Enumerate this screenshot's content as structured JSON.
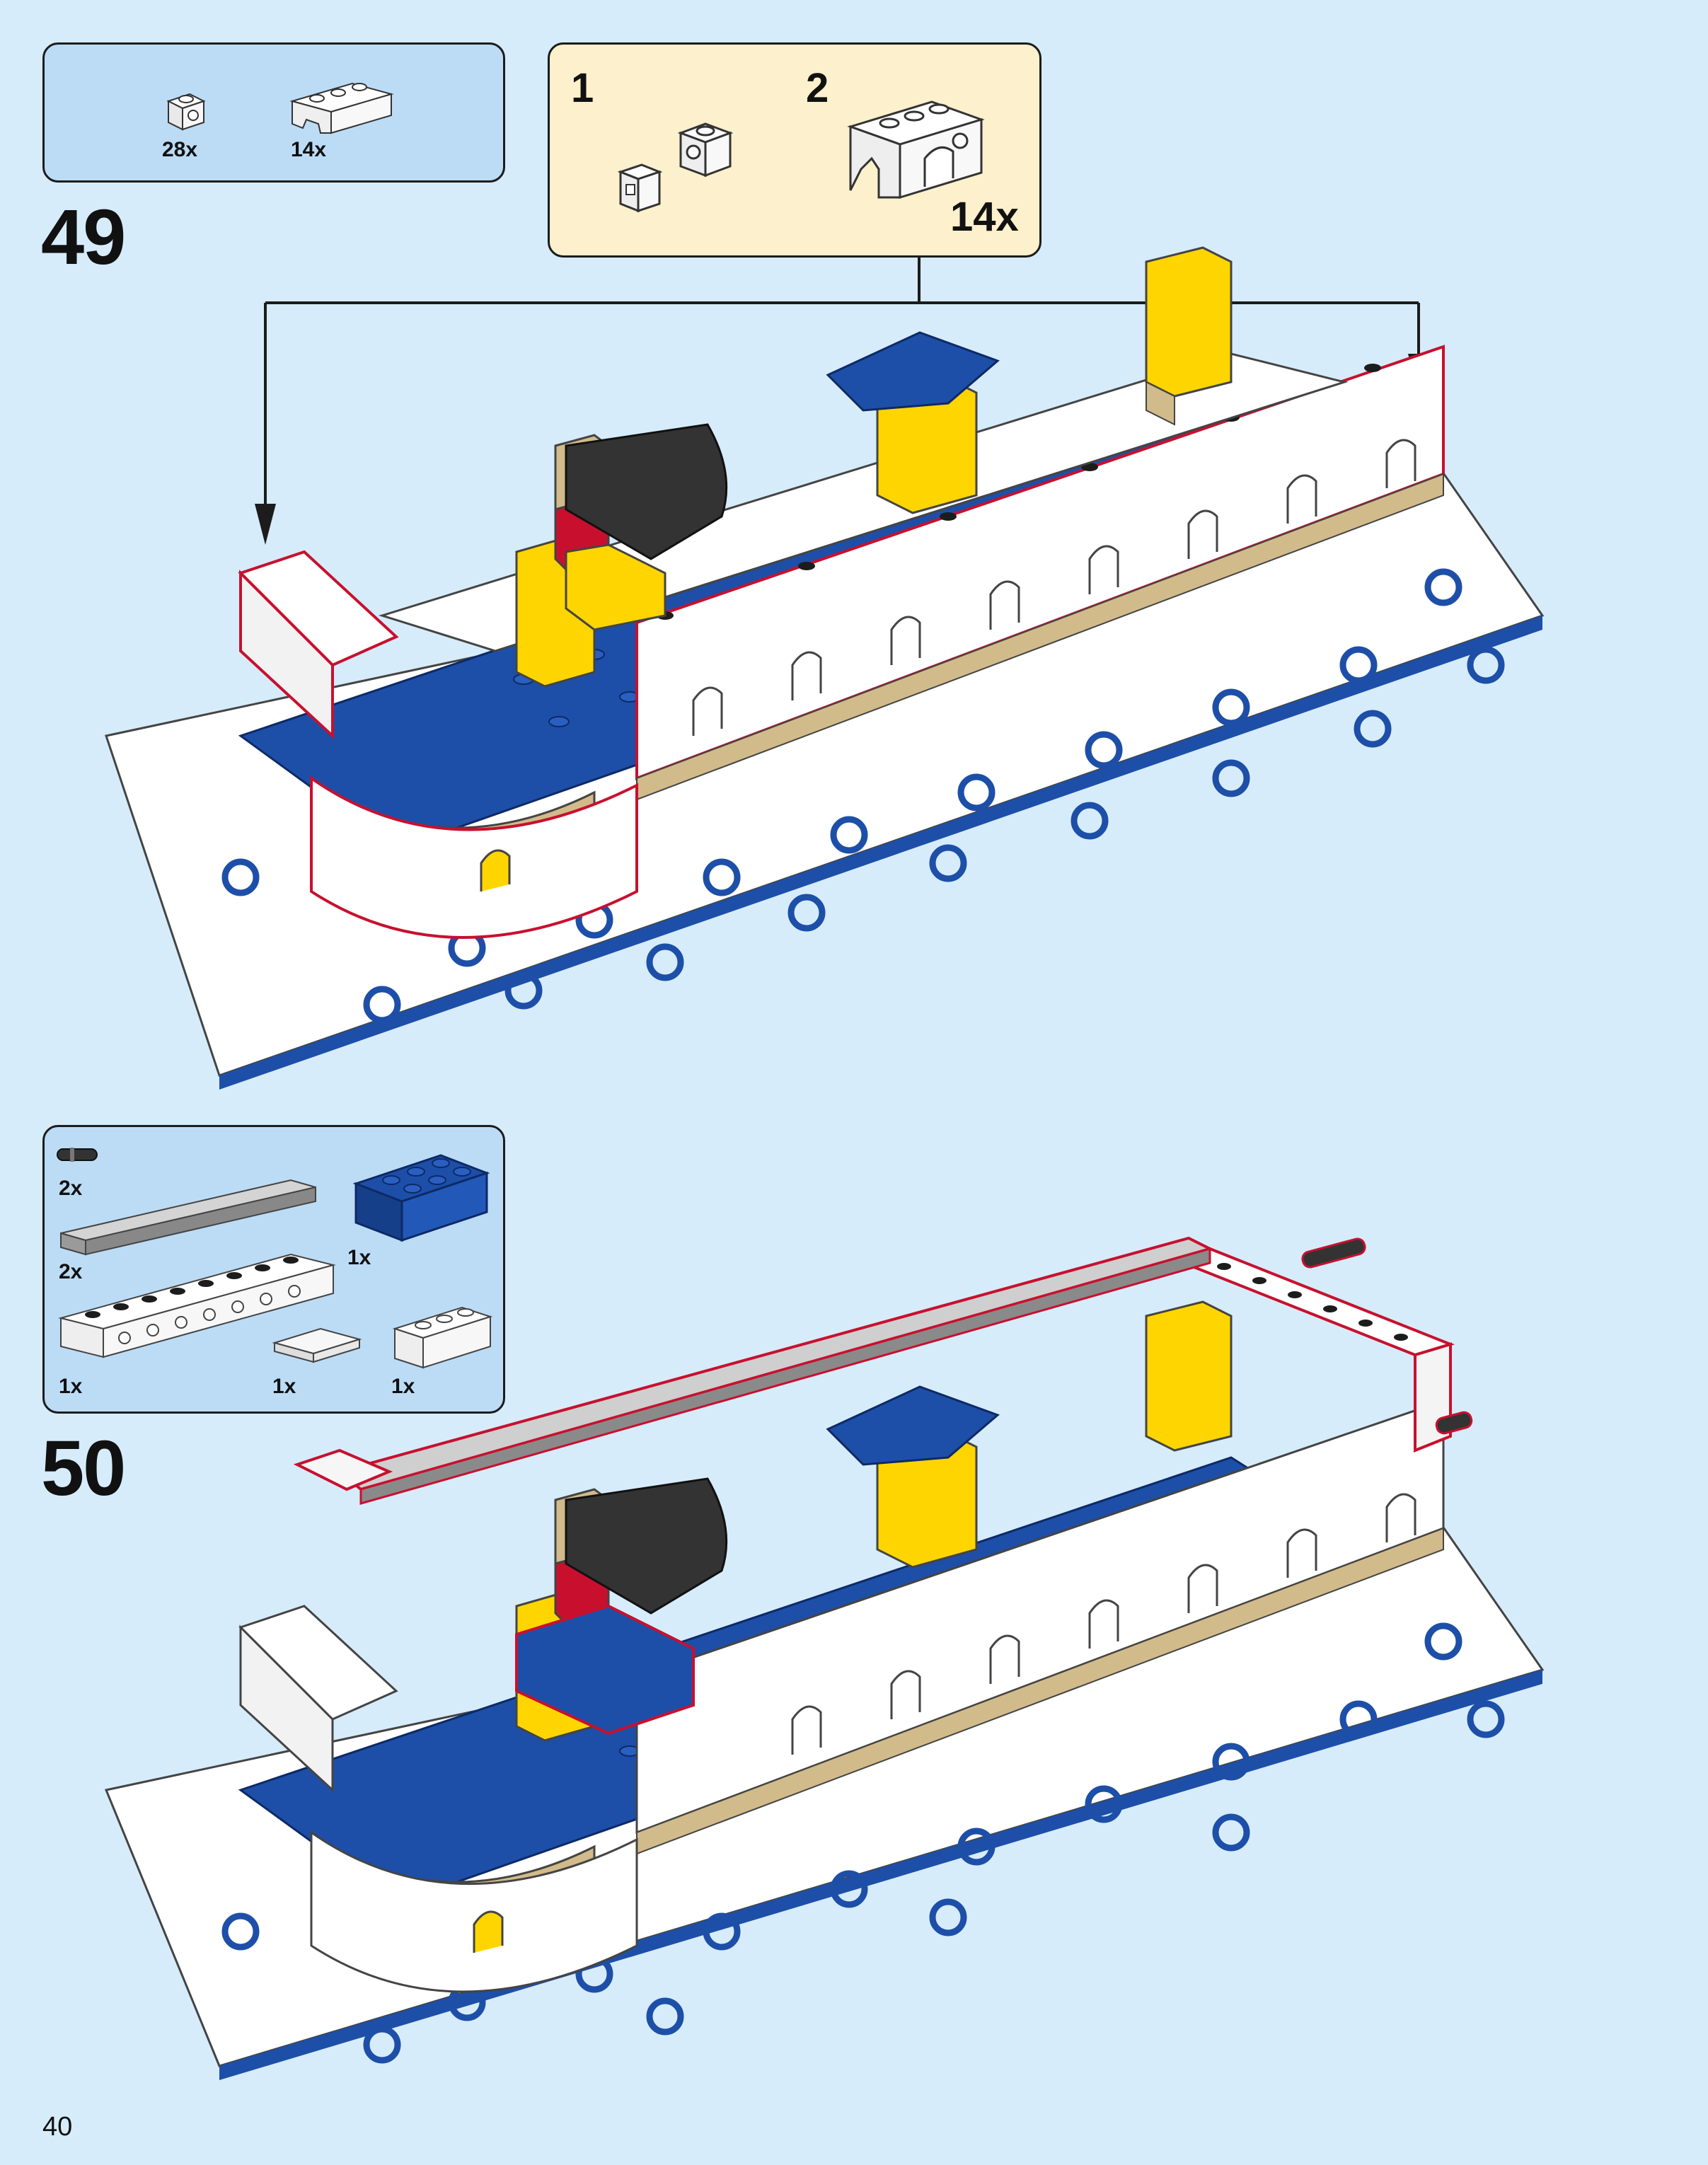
{
  "page": {
    "number": "40"
  },
  "step49": {
    "number": "49",
    "parts": [
      {
        "icon": "white-1x1-brick-with-side-stud-icon",
        "qty": "28x"
      },
      {
        "icon": "white-1x4-arch-brick-icon",
        "qty": "14x"
      }
    ],
    "subassembly": {
      "step1_label": "1",
      "step2_label": "2",
      "multiplier": "14x"
    }
  },
  "step50": {
    "number": "50",
    "parts": [
      {
        "icon": "black-axle-pin-connector-icon",
        "qty": "2x"
      },
      {
        "icon": "grey-1x10-tile-icon",
        "qty": "2x"
      },
      {
        "icon": "blue-2x4-brick-icon",
        "qty": "1x"
      },
      {
        "icon": "white-1x8-technic-brick-icon",
        "qty": "1x"
      },
      {
        "icon": "white-2x2-tile-icon",
        "qty": "1x"
      },
      {
        "icon": "white-1x3-brick-icon",
        "qty": "1x"
      }
    ]
  },
  "colors": {
    "background": "#d6ecfb",
    "parts_box": "#bcdcf6",
    "sub_box": "#fdf0cc",
    "highlight_outline": "#c8102e",
    "blue_plate": "#1d4fa8",
    "yellow": "#ffd500",
    "tan": "#d2bb8a"
  }
}
